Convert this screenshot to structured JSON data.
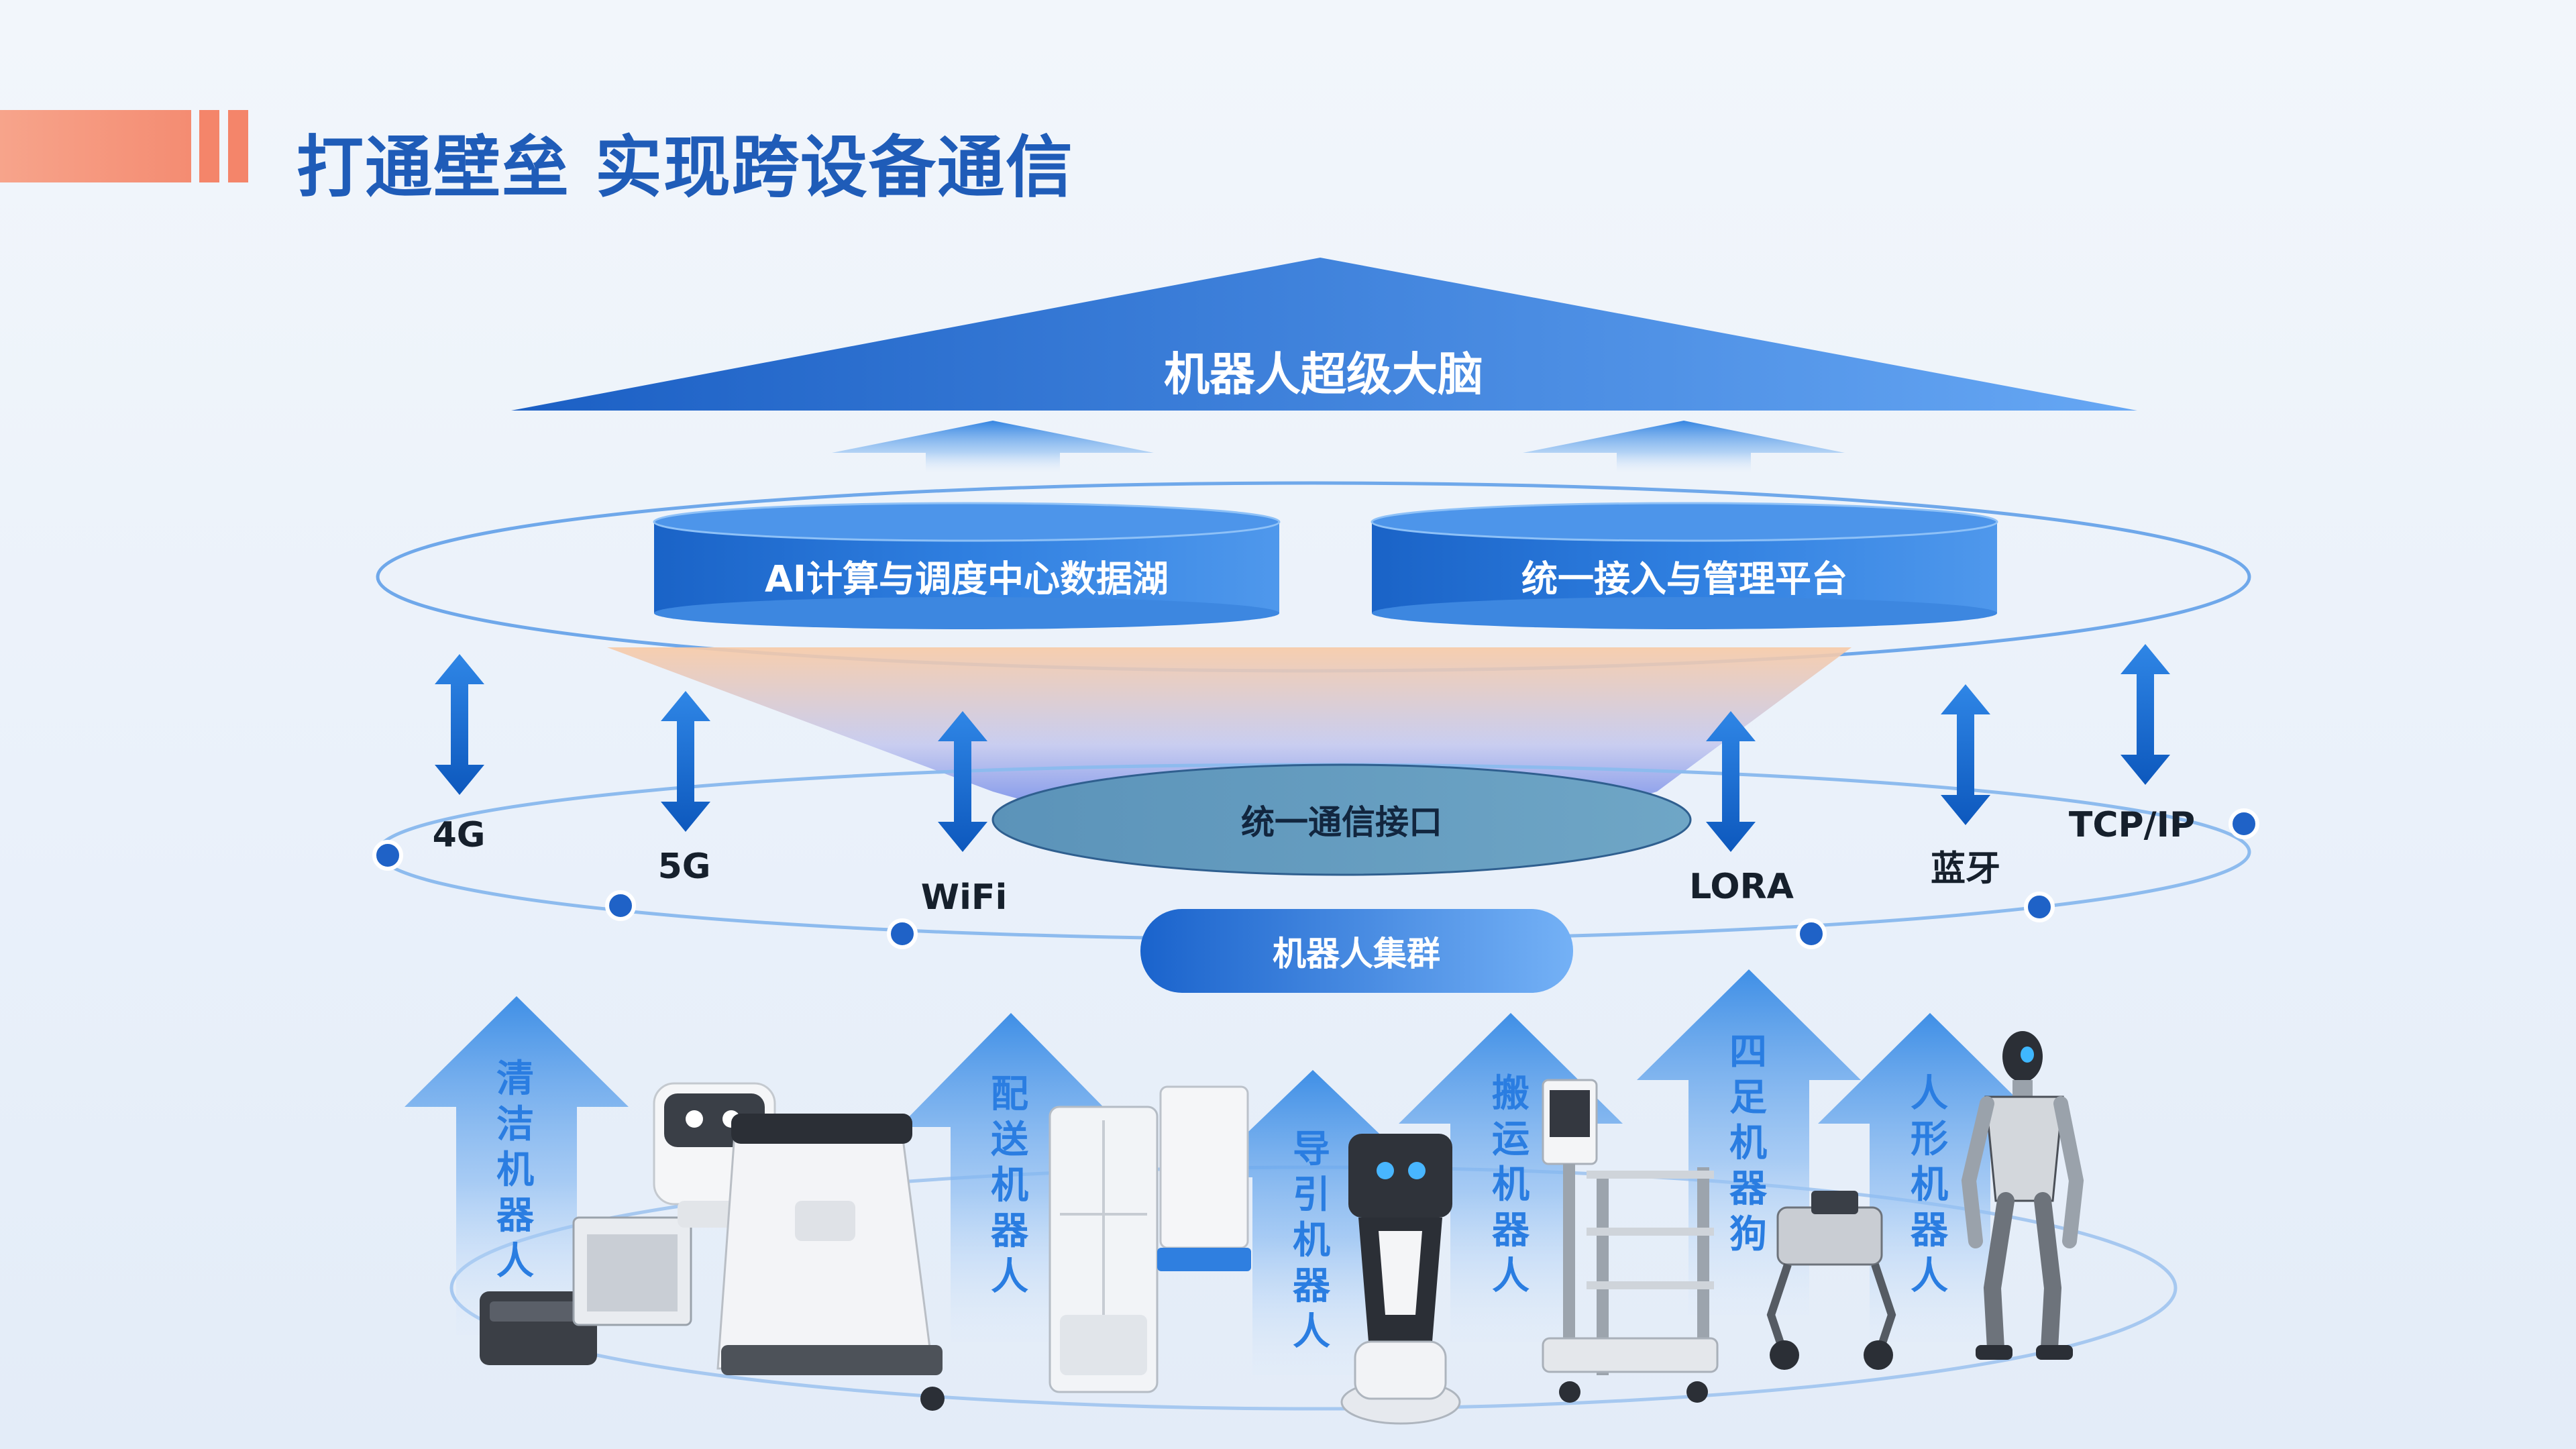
{
  "header": {
    "title": "打通壁垒 实现跨设备通信"
  },
  "diagram": {
    "brain": {
      "label": "机器人超级大脑"
    },
    "platforms": [
      {
        "label": "AI计算与调度中心数据湖"
      },
      {
        "label": "统一接入与管理平台"
      }
    ],
    "interface": {
      "label": "统一通信接口"
    },
    "cluster": {
      "label": "机器人集群"
    },
    "protocols": [
      {
        "label": "4G"
      },
      {
        "label": "5G"
      },
      {
        "label": "WiFi"
      },
      {
        "label": "LORA"
      },
      {
        "label": "蓝牙"
      },
      {
        "label": "TCP/IP"
      }
    ],
    "robot_types": [
      {
        "label": "清洁机器人"
      },
      {
        "label": "配送机器人"
      },
      {
        "label": "导引机器人"
      },
      {
        "label": "搬运机器人"
      },
      {
        "label": "四足机器狗"
      },
      {
        "label": "人形机器人"
      }
    ],
    "colors": {
      "primary": "#1f6fd0",
      "light": "#6aa9f3",
      "accent": "#f48c72",
      "text": "#1f5cb8"
    }
  }
}
